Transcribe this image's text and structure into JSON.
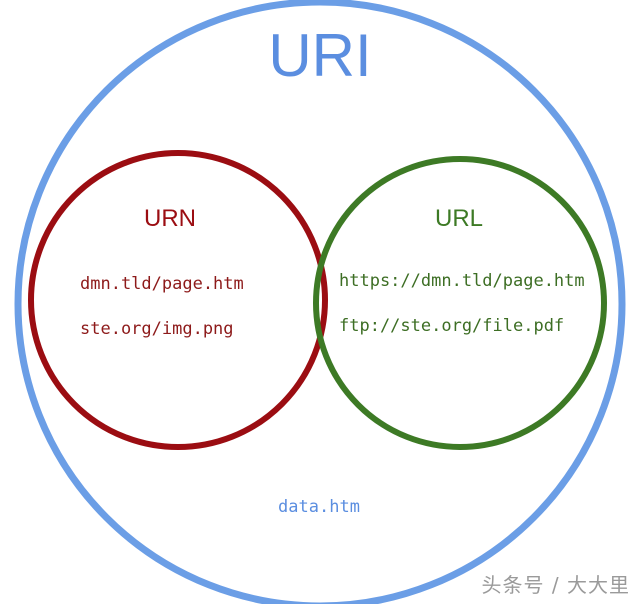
{
  "colors": {
    "uri": "#6b9ee6",
    "uri_title": "#5b8ee0",
    "urn": "#9b0d12",
    "url": "#3d7a25",
    "url_text": "#3d6e24",
    "urn_text": "#8d1a1a",
    "data_text": "#5b8ee0"
  },
  "uri": {
    "title": "URI",
    "example": "data.htm"
  },
  "urn": {
    "title": "URN",
    "examples": [
      "dmn.tld/page.htm",
      "ste.org/img.png"
    ]
  },
  "url": {
    "title": "URL",
    "examples": [
      "https://dmn.tld/page.htm",
      "ftp://ste.org/file.pdf"
    ]
  },
  "watermark": "头条号 / 大大里"
}
